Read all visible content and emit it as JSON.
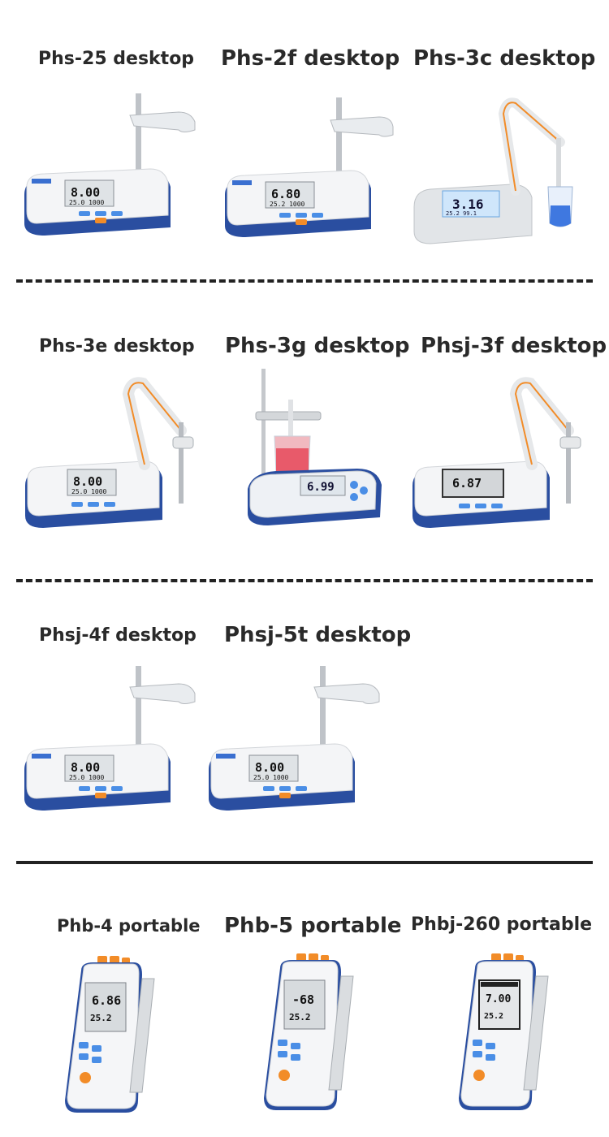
{
  "rows": [
    {
      "items": [
        {
          "label": "Phs-25 desktop",
          "type": "desktop-stand",
          "display_main": "8.00",
          "display_sub": "25.0 1000"
        },
        {
          "label": "Phs-2f desktop",
          "type": "desktop-stand",
          "display_main": "6.80",
          "display_sub": "25.2 1000"
        },
        {
          "label": "Phs-3c desktop",
          "type": "desktop-arm-backlit",
          "display_main": "3.16",
          "display_sub": "25.2 99.1"
        }
      ]
    },
    {
      "items": [
        {
          "label": "Phs-3e desktop",
          "type": "desktop-arm",
          "display_main": "8.00",
          "display_sub": "25.0 1000"
        },
        {
          "label": "Phs-3g desktop",
          "type": "desktop-beaker",
          "display_main": "6.99",
          "display_sub": ""
        },
        {
          "label": "Phsj-3f desktop",
          "type": "desktop-arm-graphic",
          "display_main": "6.87",
          "display_sub": ""
        }
      ]
    },
    {
      "items": [
        {
          "label": "Phsj-4f desktop",
          "type": "desktop-stand",
          "display_main": "8.00",
          "display_sub": "25.0 1000"
        },
        {
          "label": "Phsj-5t desktop",
          "type": "desktop-stand",
          "display_main": "8.00",
          "display_sub": "25.0 1000"
        }
      ]
    },
    {
      "items": [
        {
          "label": "Phb-4 portable",
          "type": "portable",
          "display_main": "6.86",
          "display_sub": "25.2"
        },
        {
          "label": "Phb-5 portable",
          "type": "portable",
          "display_main": "-68",
          "display_sub": "25.2"
        },
        {
          "label": "Phbj-260 portable",
          "type": "portable-graphic",
          "display_main": "7.00",
          "display_sub": "25.2"
        }
      ]
    }
  ],
  "colors": {
    "accent": "#f28c28",
    "base_blue": "#2a4ea0",
    "button_blue": "#4a8ee6",
    "text": "#2a2a2a"
  }
}
